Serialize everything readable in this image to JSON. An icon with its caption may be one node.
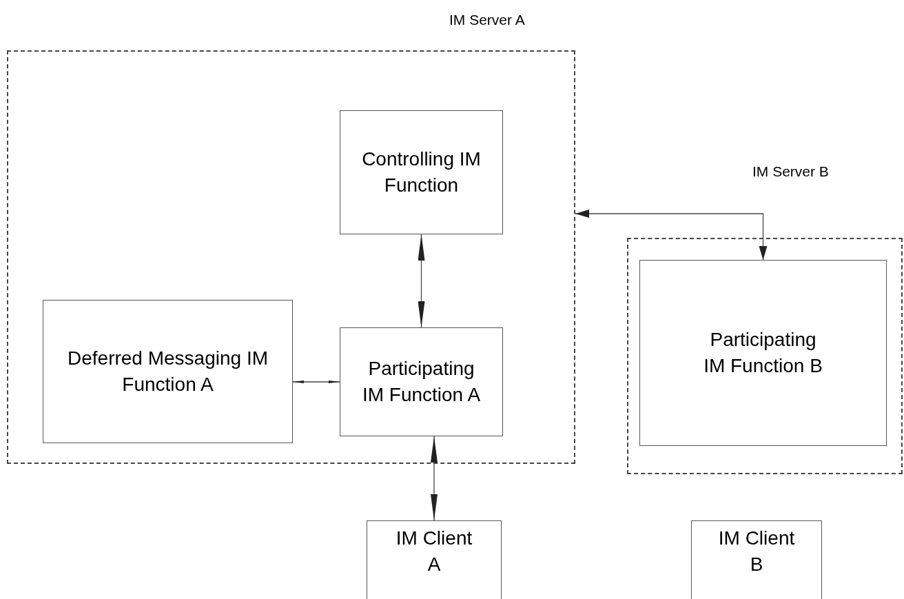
{
  "diagram": {
    "nodes": [
      {
        "text": [
          "IM Server A"
        ]
      },
      {
        "text": [
          "Controlling IM Function"
        ],
        "in": 0
      },
      {
        "text": [
          "Deferred Messaging IM Function A"
        ],
        "in": 0
      },
      {
        "text": [
          "Participating IM Function A"
        ],
        "in": 0
      },
      {
        "text": [
          "IM Server B"
        ]
      },
      {
        "text": [
          "Participating IM Function B"
        ],
        "in": 4
      },
      {
        "text": [
          "IM Client A"
        ]
      },
      {
        "text": [
          "IM Client B"
        ]
      }
    ],
    "edges": [
      {
        "from": 1,
        "to": 3,
        "arrow": "both"
      },
      {
        "from": 2,
        "to": 3,
        "arrow": "both"
      },
      {
        "from": 3,
        "to": 6,
        "arrow": "both"
      },
      {
        "from": 0,
        "to": 5,
        "arrow": "both"
      }
    ]
  }
}
